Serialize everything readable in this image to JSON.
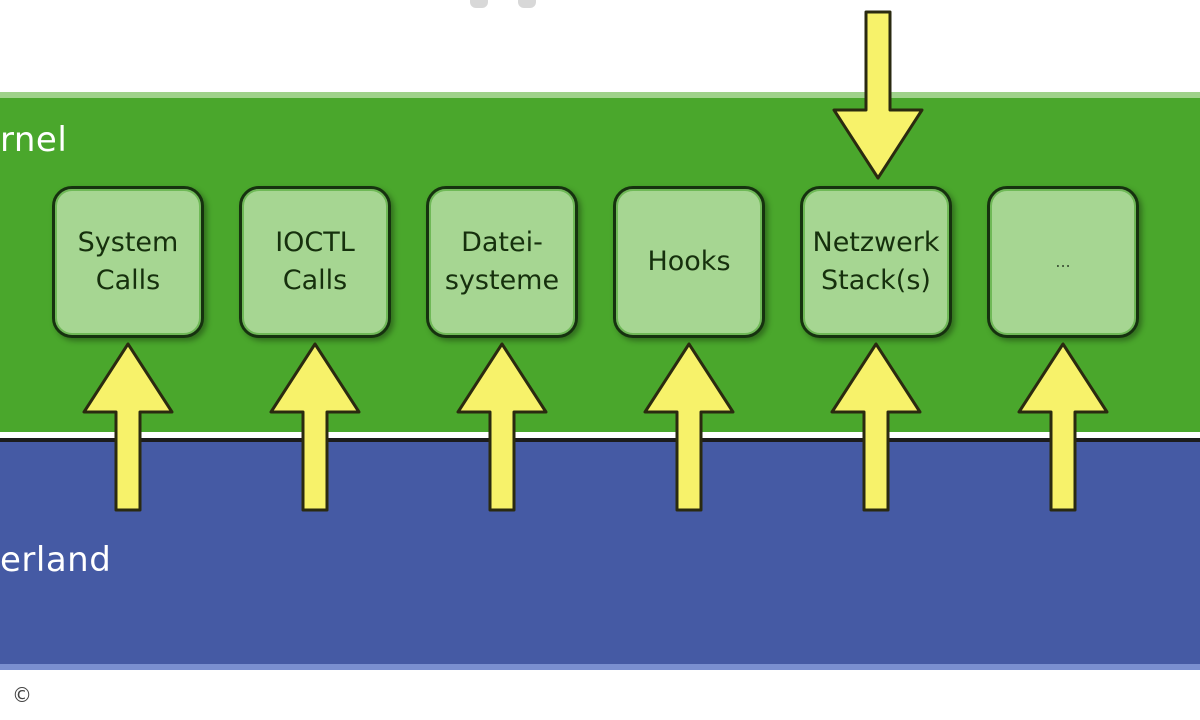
{
  "diagram": {
    "layers": {
      "kernel_label": "rnel",
      "user_label": "erland"
    },
    "components": [
      {
        "label": "System\nCalls"
      },
      {
        "label": "IOCTL\nCalls"
      },
      {
        "label": "Datei-\nsysteme"
      },
      {
        "label": "Hooks"
      },
      {
        "label": "Netzwerk\nStack(s)"
      },
      {
        "label": "..."
      }
    ],
    "copyright": "©",
    "colors": {
      "kernel": "#4aa72c",
      "userland": "#455aa4",
      "component": "#a6d692",
      "arrow": "#f7f26a"
    }
  }
}
